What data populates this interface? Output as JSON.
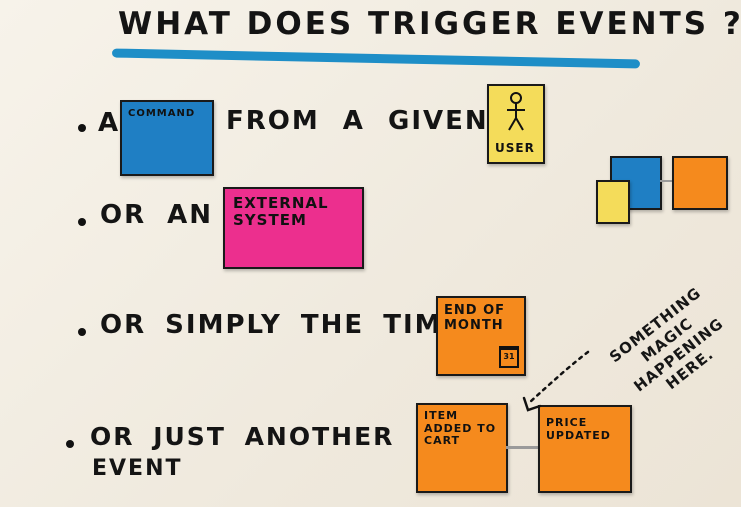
{
  "title": "WHAT DOES TRIGGER EVENTS ?",
  "lines": {
    "a": "A",
    "from_a_given": "FROM A GIVEN",
    "or_an": "OR AN",
    "or_simply_the_time": "OR SIMPLY THE TIME",
    "or_just_another": "OR JUST ANOTHER",
    "event": "EVENT"
  },
  "stickies": {
    "command": "COMMAND",
    "user": "USER",
    "external_system": "EXTERNAL\nSYSTEM",
    "end_of_month": "END OF\nMONTH",
    "calendar_day": "31",
    "item_added_to_cart": "ITEM\nADDED TO\nCART",
    "price_updated": "PRICE\nUPDATED"
  },
  "note": "SOMETHING\nMAGIC\nHAPPENING\nHERE.",
  "colors": {
    "command": "#1f7fc4",
    "user": "#f4dc5a",
    "external_system": "#ec2f8e",
    "event": "#f58a1d",
    "underline": "#1e8ec7"
  }
}
